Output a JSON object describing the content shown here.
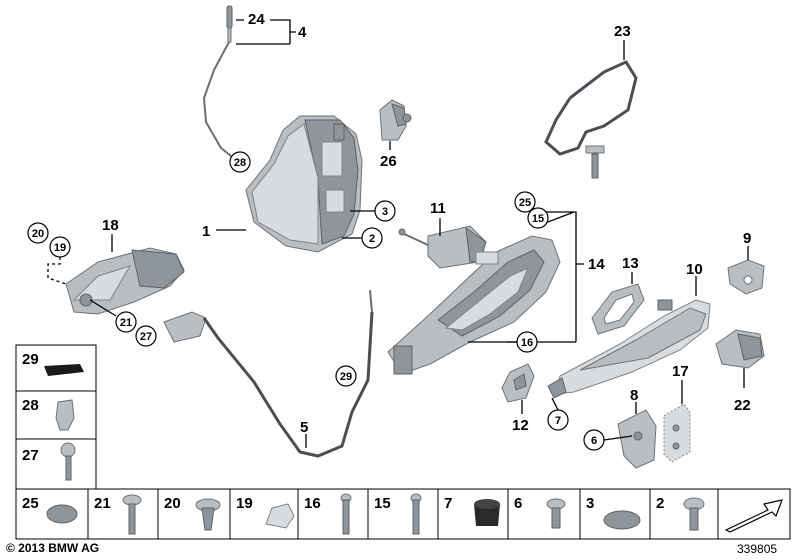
{
  "callouts": {
    "c1": "1",
    "c2": "2",
    "c3": "3",
    "c4": "4",
    "c5": "5",
    "c6": "6",
    "c7": "7",
    "c8": "8",
    "c9": "9",
    "c10": "10",
    "c11": "11",
    "c12": "12",
    "c13": "13",
    "c14": "14",
    "c15": "15",
    "c16": "16",
    "c17": "17",
    "c18": "18",
    "c19": "19",
    "c20": "20",
    "c21": "21",
    "c22": "22",
    "c23": "23",
    "c24": "24",
    "c25": "25",
    "c26": "26",
    "c27": "27",
    "c28": "28",
    "c29": "29"
  },
  "legend_left": [
    "29",
    "28",
    "27"
  ],
  "legend_bottom": [
    "25",
    "21",
    "20",
    "19",
    "16",
    "15",
    "7",
    "6",
    "3",
    "2"
  ],
  "footer": {
    "copyright": "© 2013 BMW AG",
    "diagram_id": "339805"
  }
}
